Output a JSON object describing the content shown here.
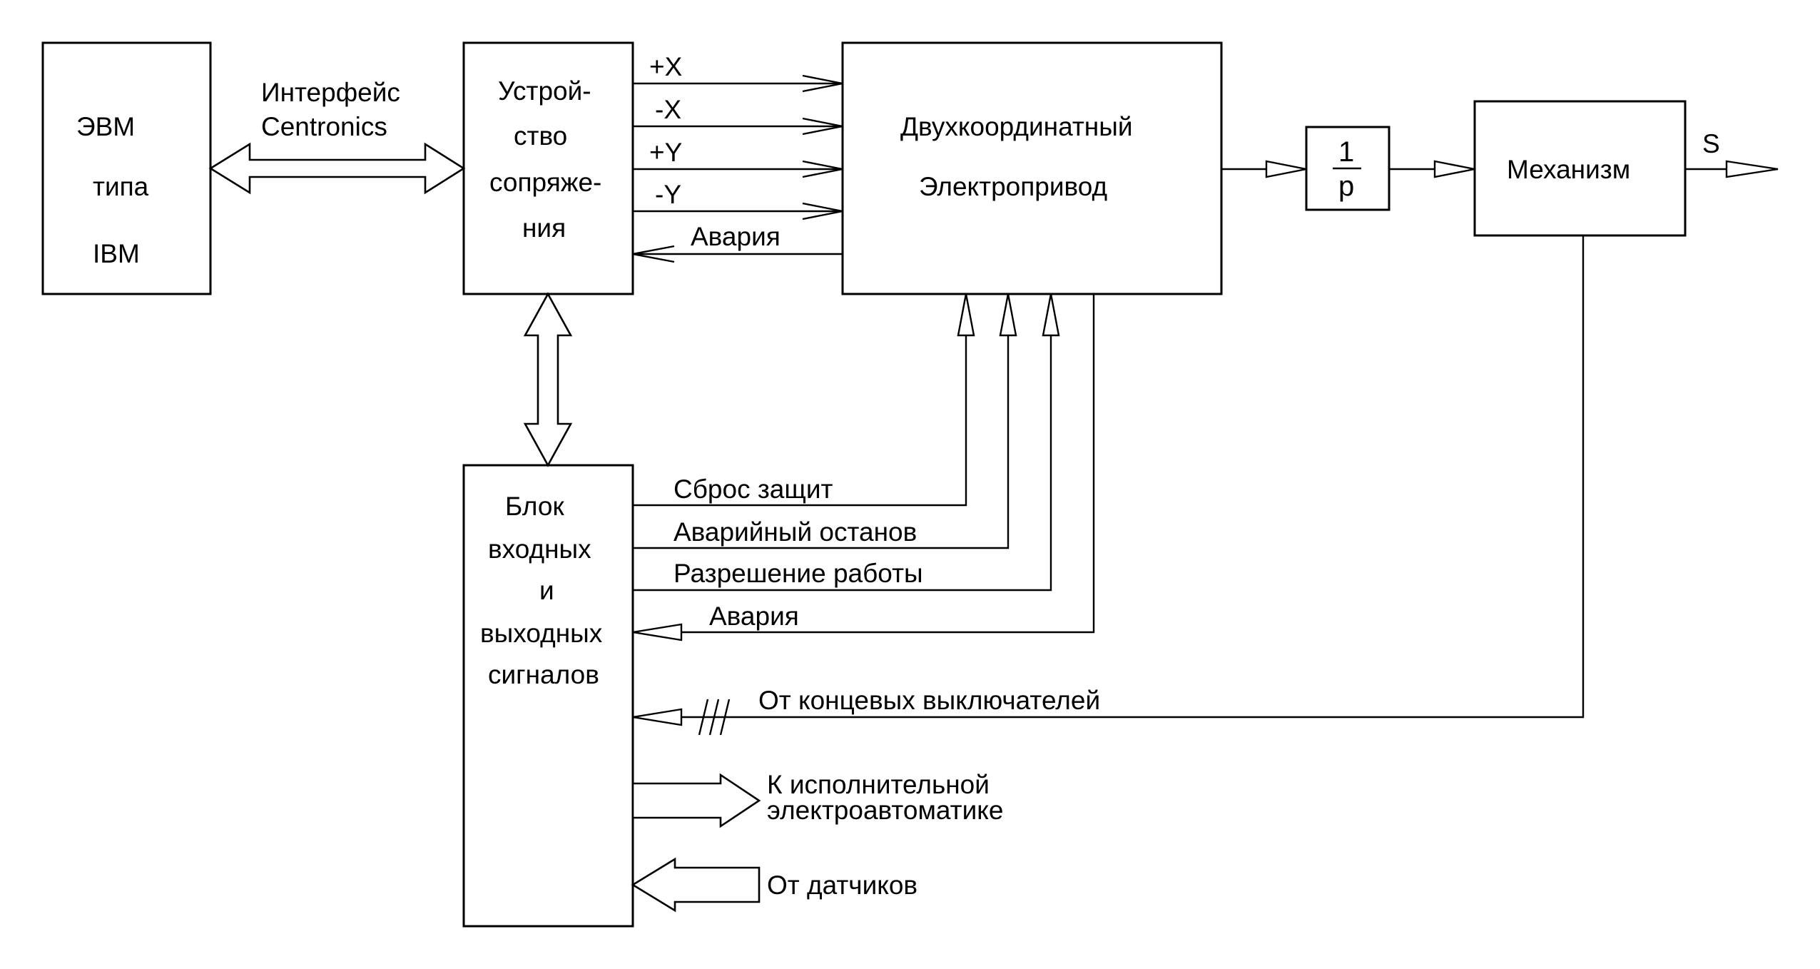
{
  "blocks": {
    "computer": {
      "lines": [
        "ЭВМ",
        "типа",
        "IBM"
      ]
    },
    "interface_device": {
      "lines": [
        "Устрой-",
        "ство",
        "сопряже-",
        "ния"
      ]
    },
    "drive": {
      "lines": [
        "Двухкоординатный",
        "Электропривод"
      ]
    },
    "integrator": {
      "numerator": "1",
      "denominator": "p"
    },
    "mechanism": {
      "label": "Механизм"
    },
    "io_unit": {
      "lines": [
        "Блок",
        "входных",
        "и",
        "выходных",
        "сигналов"
      ]
    }
  },
  "links": {
    "interface_label_1": "Интерфейс",
    "interface_label_2": "Centronics",
    "plus_x": "+X",
    "minus_x": "-X",
    "plus_y": "+Y",
    "minus_y": "-Y",
    "alarm_top": "Авария",
    "reset": "Сброс защит",
    "emergency_stop": "Аварийный останов",
    "enable": "Разрешение работы",
    "alarm_bottom": "Авария",
    "limit_switches": "От концевых выключателей",
    "to_automation_1": "К исполнительной",
    "to_automation_2": "электроавтоматике",
    "from_sensors": "От датчиков",
    "output": "S"
  }
}
